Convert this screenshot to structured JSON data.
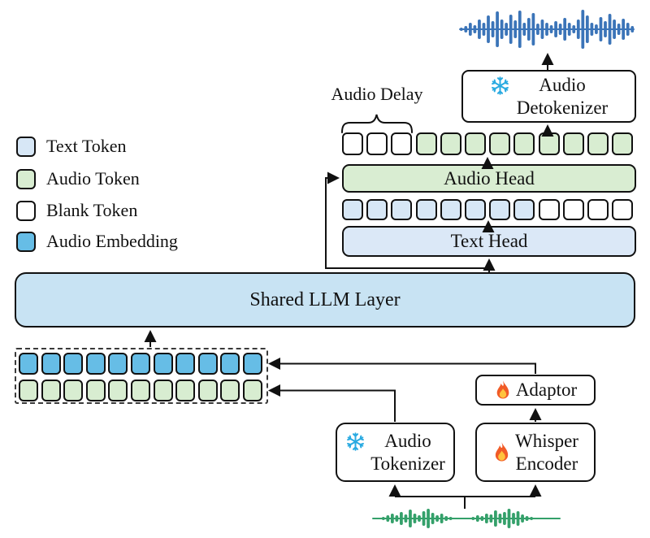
{
  "legend": {
    "items": [
      {
        "label": "Text Token",
        "token_type": "text"
      },
      {
        "label": "Audio Token",
        "token_type": "audio"
      },
      {
        "label": "Blank Token",
        "token_type": "blank"
      },
      {
        "label": "Audio Embedding",
        "token_type": "embedding"
      }
    ]
  },
  "labels": {
    "audio_delay": "Audio Delay"
  },
  "boxes": {
    "audio_detokenizer": {
      "lines": [
        "Audio",
        "Detokenizer"
      ],
      "icon": "snowflake-icon"
    },
    "audio_head": {
      "label": "Audio Head"
    },
    "text_head": {
      "label": "Text Head"
    },
    "shared_llm": {
      "label": "Shared LLM Layer"
    },
    "adaptor": {
      "label": "Adaptor",
      "icon": "fire-icon"
    },
    "audio_tokenizer": {
      "lines": [
        "Audio",
        "Tokenizer"
      ],
      "icon": "snowflake-icon"
    },
    "whisper_encoder": {
      "lines": [
        "Whisper",
        "Encoder"
      ],
      "icon": "fire-icon"
    }
  },
  "token_rows": {
    "output_row": [
      "blank",
      "blank",
      "blank",
      "audio",
      "audio",
      "audio",
      "audio",
      "audio",
      "audio",
      "audio",
      "audio",
      "audio"
    ],
    "llm_hidden_row": [
      "text",
      "text",
      "text",
      "text",
      "text",
      "text",
      "text",
      "text",
      "blank",
      "blank",
      "blank",
      "blank"
    ],
    "embedding_row": [
      "embedding",
      "embedding",
      "embedding",
      "embedding",
      "embedding",
      "embedding",
      "embedding",
      "embedding",
      "embedding",
      "embedding",
      "embedding"
    ],
    "audio_input_row": [
      "audio",
      "audio",
      "audio",
      "audio",
      "audio",
      "audio",
      "audio",
      "audio",
      "audio",
      "audio",
      "audio"
    ]
  },
  "colors": {
    "token": {
      "text": "#d7e7f6",
      "audio": "#d8edd1",
      "blank": "#ffffff",
      "embedding": "#66bde6"
    },
    "box": {
      "audio_head": "#d9edd2",
      "text_head": "#dbe8f7",
      "shared_llm": "#c8e3f3",
      "white": "#ffffff"
    },
    "snowflake": "#29aae1",
    "flame_outer": "#f15b27",
    "flame_inner": "#ffc33d",
    "line": "#111111"
  },
  "waveforms": {
    "output": {
      "name": "output-audio-waveform",
      "color": "#3b74b8",
      "amps": [
        2,
        4,
        8,
        5,
        12,
        8,
        17,
        10,
        22,
        12,
        8,
        18,
        11,
        23,
        8,
        14,
        20,
        7,
        12,
        8,
        5,
        10,
        7,
        14,
        8,
        5,
        12,
        24,
        17,
        8,
        6,
        15,
        10,
        19,
        12,
        7,
        13,
        8,
        4
      ]
    },
    "input": {
      "name": "input-audio-waveform",
      "color": "#34a06a",
      "amps": [
        1,
        1,
        2,
        4,
        6,
        4,
        8,
        5,
        11,
        6,
        4,
        9,
        12,
        7,
        4,
        6,
        3,
        2,
        1,
        1,
        1,
        1,
        2,
        4,
        3,
        6,
        5,
        10,
        6,
        8,
        12,
        7,
        9,
        5,
        3,
        2,
        1,
        1,
        1,
        1,
        1,
        1
      ]
    }
  }
}
